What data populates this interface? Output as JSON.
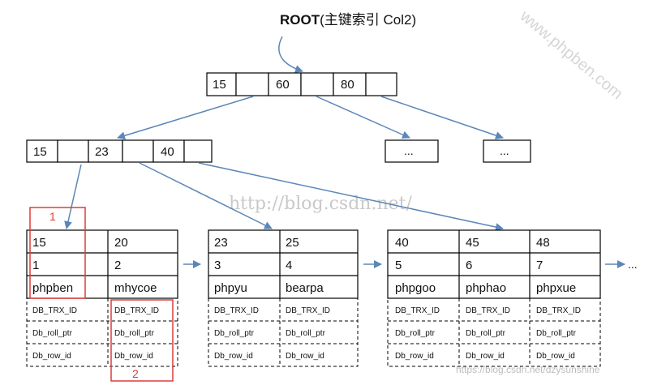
{
  "title": {
    "bold": "ROOT",
    "rest": "(主键索引 Col2)"
  },
  "root_keys": [
    "15",
    "60",
    "80"
  ],
  "internal_keys": [
    "15",
    "23",
    "40"
  ],
  "ellipsis": "...",
  "leaves": [
    {
      "cols": [
        [
          "15",
          "1",
          "phpben"
        ],
        [
          "20",
          "2",
          "mhycoe"
        ]
      ]
    },
    {
      "cols": [
        [
          "23",
          "3",
          "phpyu"
        ],
        [
          "25",
          "4",
          "bearpa"
        ]
      ]
    },
    {
      "cols": [
        [
          "40",
          "5",
          "phpgoo"
        ],
        [
          "45",
          "6",
          "phphao"
        ],
        [
          "48",
          "7",
          "phpxue"
        ]
      ]
    }
  ],
  "hidden_columns": [
    "DB_TRX_ID",
    "Db_roll_ptr",
    "Db_row_id"
  ],
  "leaf_chain_more": "...",
  "markers": [
    "1",
    "2"
  ],
  "watermarks": {
    "center": "http://blog.csdn.net/",
    "diagonal": "www.phpben.com",
    "footer": "https://blog.csdn.net/dzysunshine"
  },
  "colors": {
    "arrow": "#5b87b8",
    "marker": "#e03a3a",
    "box": "#000000"
  }
}
